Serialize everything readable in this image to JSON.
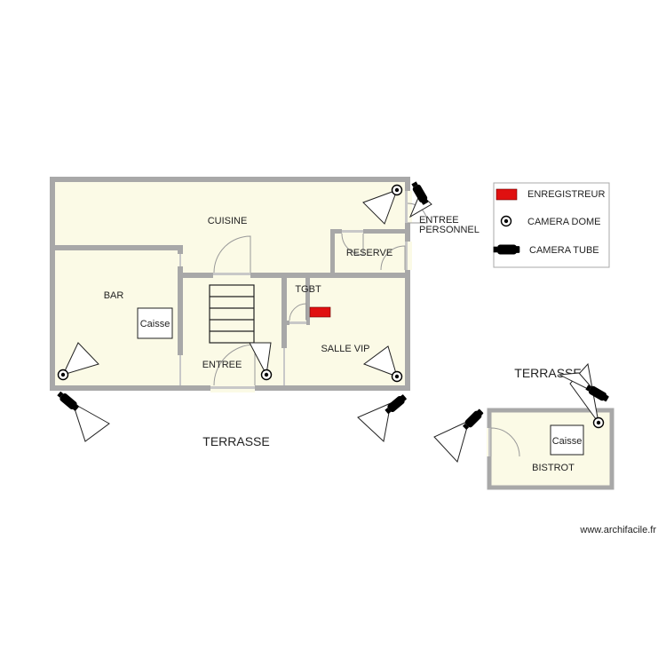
{
  "colors": {
    "wall": "#a8a8a8",
    "floor": "#fbfae6",
    "door": "#b0b0b0",
    "recorder": "#e01010",
    "camera": "#000000"
  },
  "rooms": {
    "cuisine": "CUISINE",
    "reserve": "RESERVE",
    "bar": "BAR",
    "tgbt": "TGBT",
    "entree": "ENTREE",
    "salle_vip": "SALLE VIP",
    "bistrot": "BISTROT"
  },
  "furniture": {
    "caisse_bar": "Caisse",
    "caisse_bistrot": "Caisse"
  },
  "labels": {
    "entree_personnel_line1": "ENTREE",
    "entree_personnel_line2": "PERSONNEL",
    "terrasse_main": "TERRASSE",
    "terrasse_right": "TERRASSE"
  },
  "legend": {
    "items": [
      {
        "label": "ENREGISTREUR",
        "icon": "recorder-icon"
      },
      {
        "label": "CAMERA DOME",
        "icon": "dome-camera-icon"
      },
      {
        "label": "CAMERA TUBE",
        "icon": "tube-camera-icon"
      }
    ]
  },
  "watermark": "www.archifacile.fr"
}
